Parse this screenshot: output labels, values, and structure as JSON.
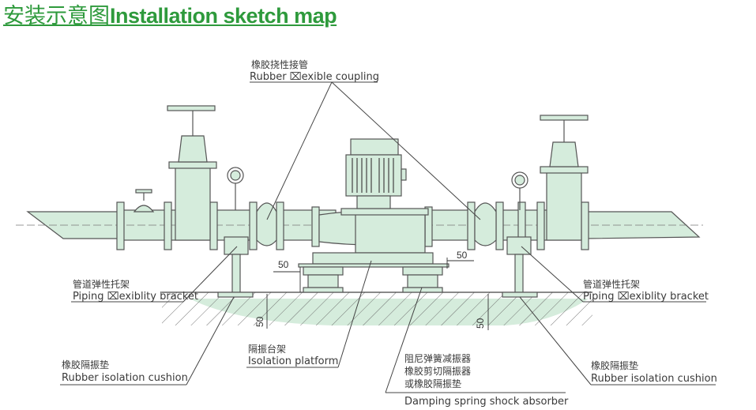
{
  "title": {
    "cn": "安装示意图",
    "en": "Installation sketch map"
  },
  "labels": {
    "coupling": {
      "cn": "橡胶挠性接管",
      "en": "Rubber ⌧exible coupling"
    },
    "bracket_l": {
      "cn": "管道弹性托架",
      "en": "Piping ⌧exiblity bracket"
    },
    "bracket_r": {
      "cn": "管道弹性托架",
      "en": "Piping ⌧exiblity bracket"
    },
    "cushion_l": {
      "cn": "橡胶隔振垫",
      "en": "Rubber isolation cushion"
    },
    "cushion_r": {
      "cn": "橡胶隔振垫",
      "en": "Rubber isolation cushion"
    },
    "platform": {
      "cn": "隔振台架",
      "en": "Isolation platform"
    },
    "damper": {
      "cn1": "阻尼弹簧减振器",
      "cn2": "橡胶剪切隔振器",
      "cn3": "或橡胶隔振垫",
      "en": "Damping spring shock absorber"
    }
  },
  "dimensions": {
    "d1": "50",
    "d2": "50",
    "d3": "50",
    "d4": "50"
  },
  "colors": {
    "fill": "#d5ecdc",
    "stroke": "#555555",
    "title": "#2e9a3c"
  }
}
